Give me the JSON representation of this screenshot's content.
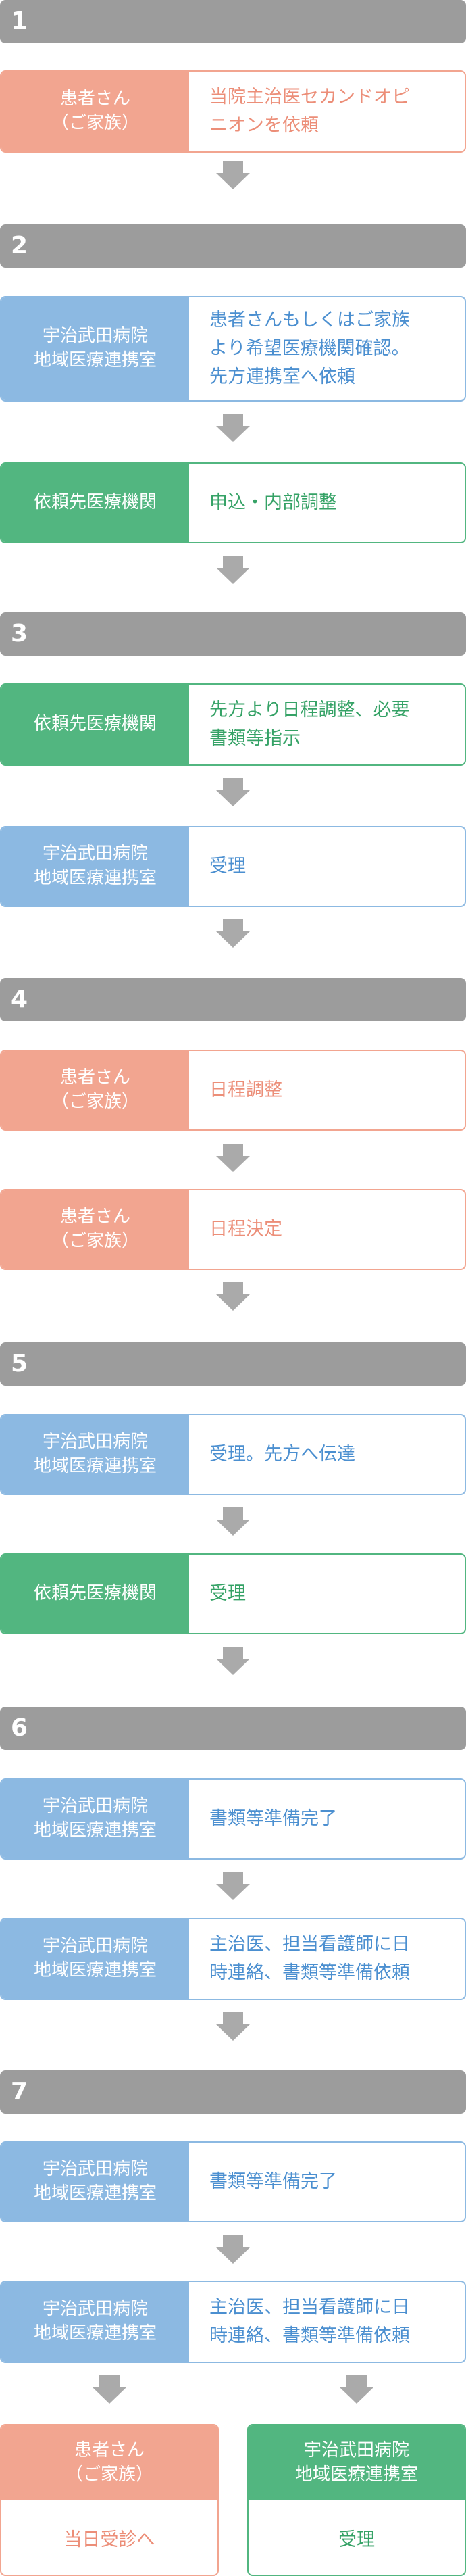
{
  "labels": {
    "patient": "患者さん\n（ご家族）",
    "uji": "宇治武田病院\n地域医療連携室",
    "partner": "依頼先医療機関"
  },
  "colors": {
    "step_bar": "#9c9c9c",
    "patient": "#f2a590",
    "uji": "#8cb9e2",
    "partner": "#52b680"
  },
  "steps": [
    {
      "number": "1",
      "rows": [
        {
          "who": "patient",
          "text": "当院主治医セカンドオピ\nニオンを依頼"
        }
      ]
    },
    {
      "number": "2",
      "rows": [
        {
          "who": "uji",
          "text": "患者さんもしくはご家族\nより希望医療機関確認。\n先方連携室へ依頼"
        },
        {
          "who": "partner",
          "text": "申込・内部調整"
        }
      ]
    },
    {
      "number": "3",
      "rows": [
        {
          "who": "partner",
          "text": "先方より日程調整、必要\n書類等指示"
        },
        {
          "who": "uji",
          "text": "受理"
        }
      ]
    },
    {
      "number": "4",
      "rows": [
        {
          "who": "patient",
          "text": "日程調整"
        },
        {
          "who": "patient",
          "text": "日程決定"
        }
      ]
    },
    {
      "number": "5",
      "rows": [
        {
          "who": "uji",
          "text": "受理。先方へ伝達"
        },
        {
          "who": "partner",
          "text": "受理"
        }
      ]
    },
    {
      "number": "6",
      "rows": [
        {
          "who": "uji",
          "text": "書類等準備完了"
        },
        {
          "who": "uji",
          "text": "主治医、担当看護師に日\n時連絡、書類等準備依頼"
        }
      ]
    },
    {
      "number": "7",
      "rows": [
        {
          "who": "uji",
          "text": "書類等準備完了"
        },
        {
          "who": "uji",
          "text": "主治医、担当看護師に日\n時連絡、書類等準備依頼"
        }
      ]
    }
  ],
  "final": {
    "left": {
      "who": "patient",
      "text": "当日受診へ"
    },
    "right": {
      "who": "uji",
      "title": "宇治武田病院\n地域医療連携室",
      "text": "受理"
    }
  }
}
